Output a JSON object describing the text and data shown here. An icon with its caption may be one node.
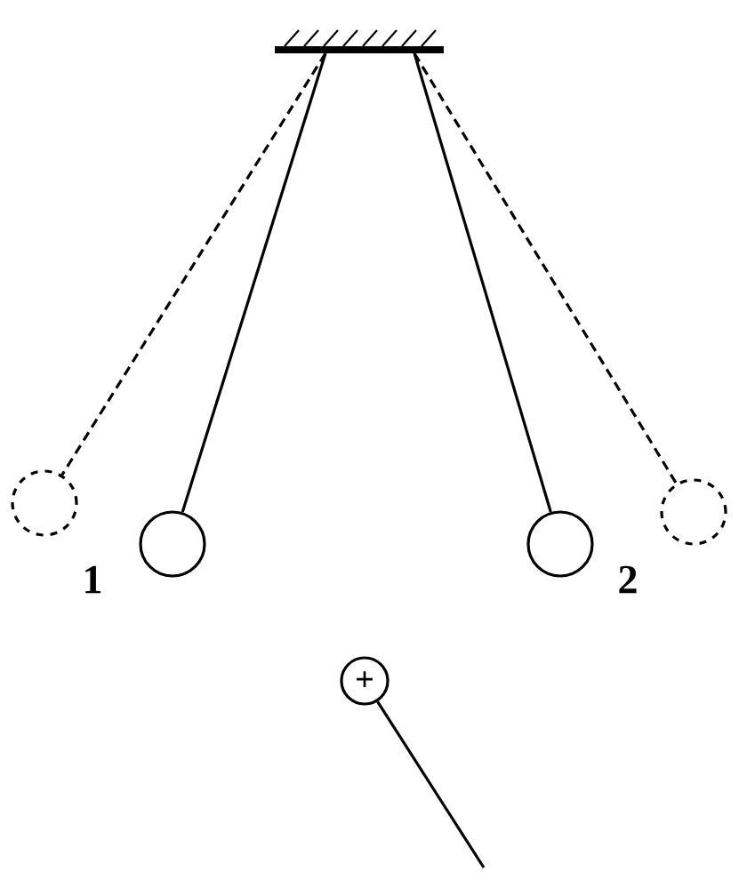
{
  "diagram": {
    "nodes": [
      {
        "text": [],
        "shape": "bar"
      },
      {
        "text": [],
        "shape": "circle"
      },
      {
        "text": [],
        "shape": "circle",
        "beside": [
          "1"
        ]
      },
      {
        "text": [],
        "shape": "circle",
        "beside": [
          "2"
        ]
      },
      {
        "text": [],
        "shape": "circle"
      },
      {
        "text": [
          "+"
        ]
      }
    ],
    "edges": [
      {
        "from": 0,
        "to": 1,
        "arrow": "none",
        "style": "dashed"
      },
      {
        "from": 0,
        "to": 2,
        "arrow": "none"
      },
      {
        "from": 0,
        "to": 3,
        "arrow": "none"
      },
      {
        "from": 0,
        "to": 4,
        "arrow": "none",
        "style": "dashed"
      }
    ]
  }
}
